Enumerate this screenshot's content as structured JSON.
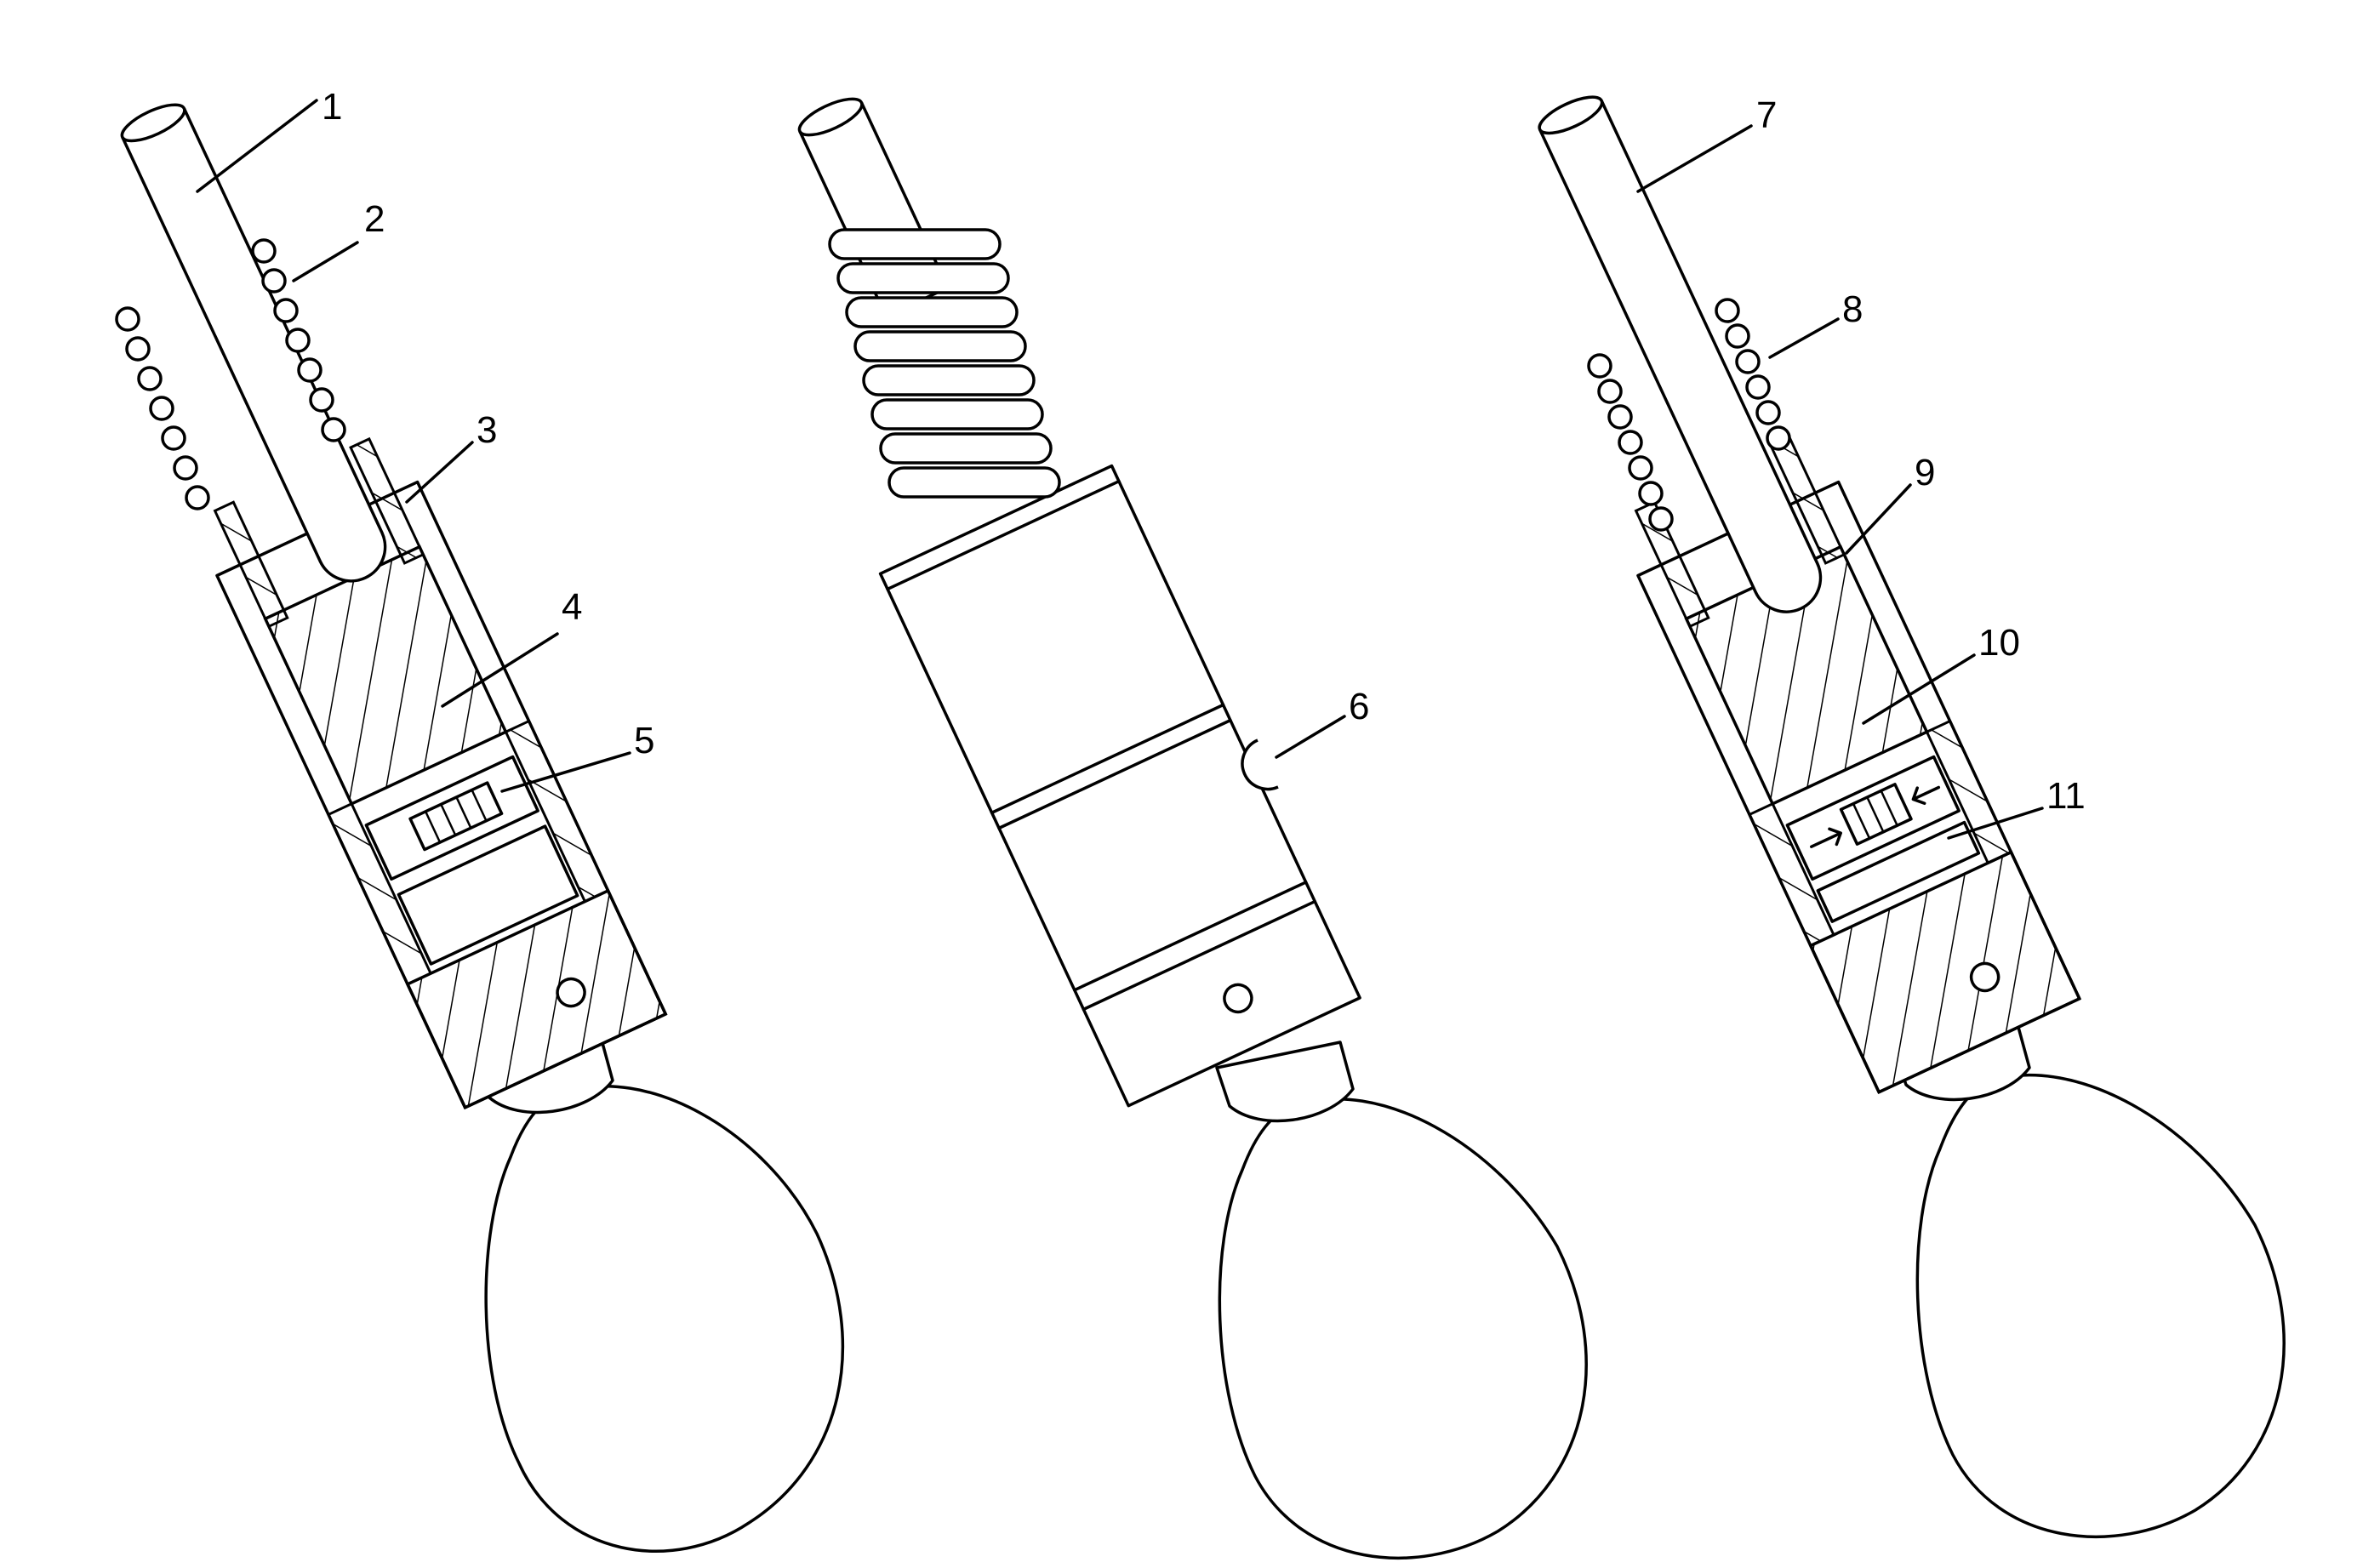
{
  "figure": {
    "callouts": [
      "1",
      "2",
      "3",
      "4",
      "5",
      "6",
      "7",
      "8",
      "9",
      "10",
      "11"
    ]
  },
  "views": [
    {
      "name": "left-section-view",
      "callouts": [
        "1",
        "2",
        "3",
        "4",
        "5"
      ]
    },
    {
      "name": "middle-exterior-view",
      "callouts": [
        "6"
      ]
    },
    {
      "name": "right-section-view",
      "callouts": [
        "7",
        "8",
        "9",
        "10",
        "11"
      ]
    }
  ],
  "colors": {
    "line": "#000000",
    "background": "#ffffff"
  }
}
